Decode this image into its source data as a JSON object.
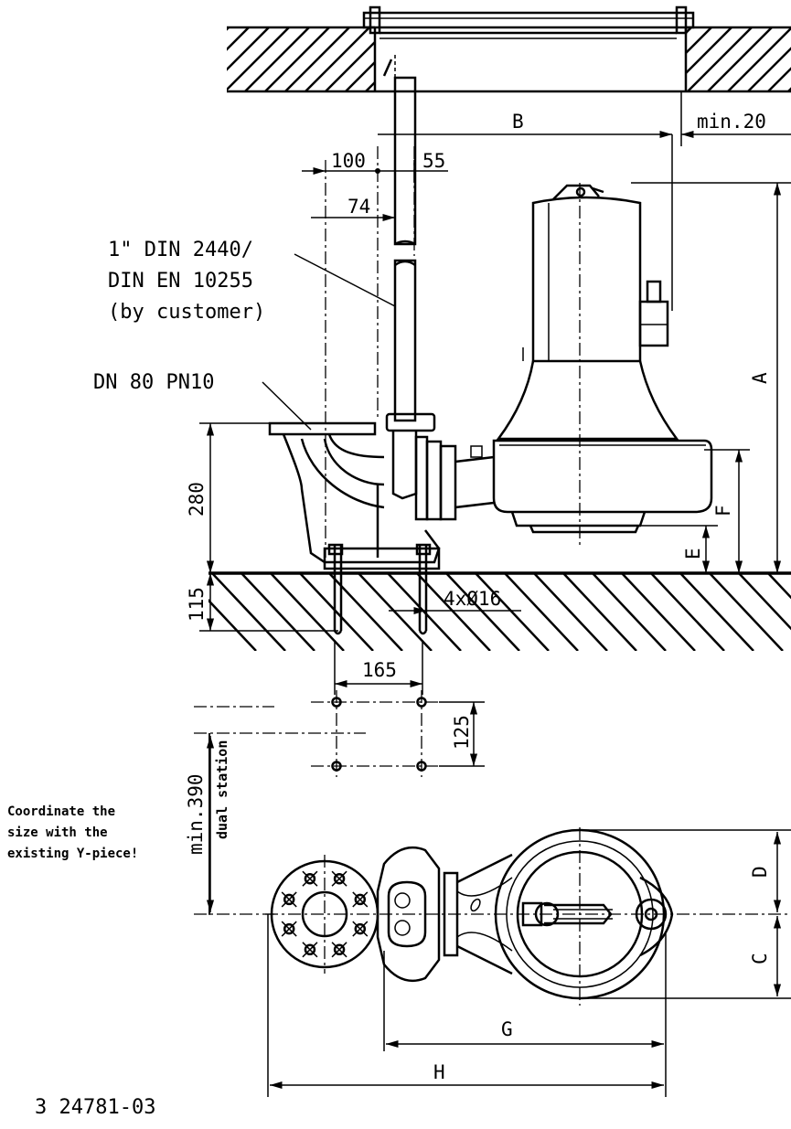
{
  "dimensions": {
    "B": "B",
    "min20": "min.20",
    "d100": "100",
    "d55": "55",
    "d74": "74",
    "A": "A",
    "F": "F",
    "E": "E",
    "d280": "280",
    "d115": "115",
    "holes": "4xØ16",
    "d165": "165",
    "d125": "125",
    "min390": "min.390",
    "dual_station": "dual station",
    "D": "D",
    "C": "C",
    "G": "G",
    "H": "H"
  },
  "callouts": {
    "pipe_line1": "1\" DIN 2440/",
    "pipe_line2": "DIN EN 10255",
    "pipe_line3": "(by customer)",
    "flange": "DN 80 PN10"
  },
  "note": {
    "line1": "Coordinate the",
    "line2": "size with the",
    "line3": "existing Y-piece!"
  },
  "drawing_number": "3 24781-03"
}
